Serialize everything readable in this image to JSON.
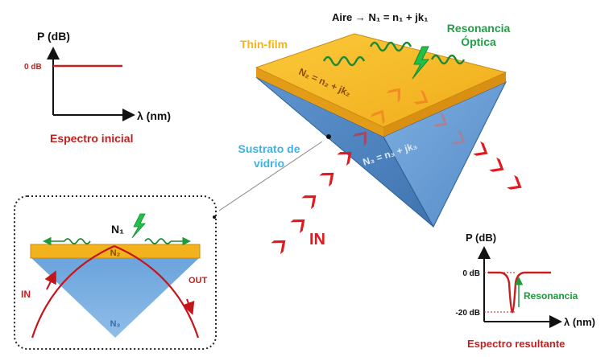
{
  "colors": {
    "red": "#d7191c",
    "green": "#1f9a3a",
    "cyan": "#3ab3e6",
    "gold": "#f6b928",
    "glass": "#6aa1d8",
    "glass_dark": "#4e86c2",
    "orange": "#f08a24"
  },
  "initial_spectrum": {
    "y_label": "P (dB)",
    "x_label": "λ (nm)",
    "level_label": "0 dB",
    "caption": "Espectro inicial"
  },
  "main_prism": {
    "air_label": "Aire → N₁ = n₁ + jk₁",
    "resonance_label": [
      "Resonancia",
      "Óptica"
    ],
    "film_label": "Thin-film",
    "n2_label": "N₂ = n₂ + jk₂",
    "n3_label": "N₃ = n₃ + jk₃",
    "substrate_label": [
      "Sustrato de",
      "vidrio"
    ],
    "in_label": "IN"
  },
  "inset": {
    "n1_label": "N₁",
    "n2_label": "N₂",
    "n3_label": "N₃",
    "in_label": "IN",
    "out_label": "OUT"
  },
  "resulting_spectrum": {
    "y_label": "P (dB)",
    "x_label": "λ (nm)",
    "top_tick": "0 dB",
    "bottom_tick": "-20 dB",
    "resonance_label": "Resonancia",
    "caption": "Espectro resultante"
  }
}
